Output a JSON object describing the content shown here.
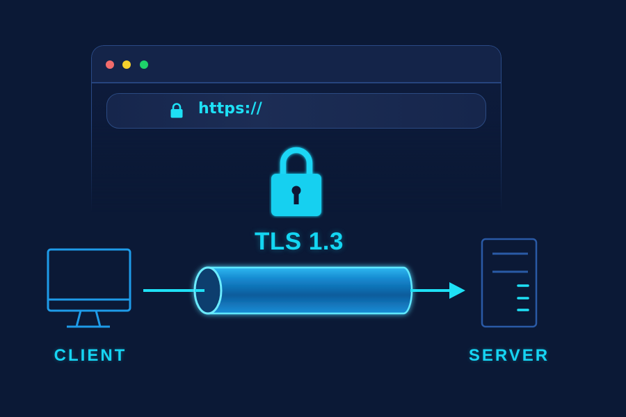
{
  "browser": {
    "window_controls": [
      {
        "name": "close",
        "color": "#f26b6b"
      },
      {
        "name": "minimize",
        "color": "#f5d02c"
      },
      {
        "name": "maximize",
        "color": "#1ed26a"
      }
    ],
    "address_bar": {
      "icon": "lock-icon",
      "url": "https://"
    }
  },
  "diagram": {
    "center_icon": "padlock-icon",
    "protocol_label": "TLS 1.3",
    "client": {
      "icon": "desktop-monitor-icon",
      "label": "CLIENT"
    },
    "server": {
      "icon": "server-tower-icon",
      "label": "SERVER"
    },
    "connection": {
      "type": "encrypted-tunnel",
      "direction": "client-to-server"
    }
  },
  "colors": {
    "background": "#0b1936",
    "accent_cyan": "#14d6f2",
    "outline_blue": "#1e9be8",
    "window_border": "#2a4a86"
  }
}
